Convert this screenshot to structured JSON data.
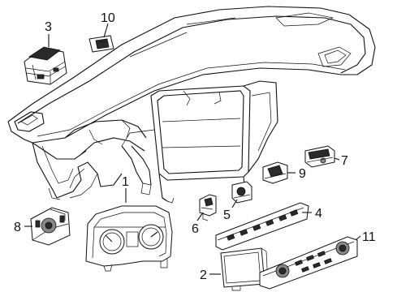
{
  "callouts": {
    "c1": "1",
    "c2": "2",
    "c3": "3",
    "c4": "4",
    "c5": "5",
    "c6": "6",
    "c7": "7",
    "c8": "8",
    "c9": "9",
    "c10": "10",
    "c11": "11"
  },
  "parts": {
    "p1": "instrument-cluster",
    "p2": "display-screen",
    "p3": "control-module",
    "p4": "switch-panel",
    "p5": "switch",
    "p6": "sensor-bracket",
    "p7": "switch-module",
    "p8": "headlamp-switch",
    "p9": "push-button-switch",
    "p10": "small-switch",
    "p11": "climate-control-panel"
  }
}
